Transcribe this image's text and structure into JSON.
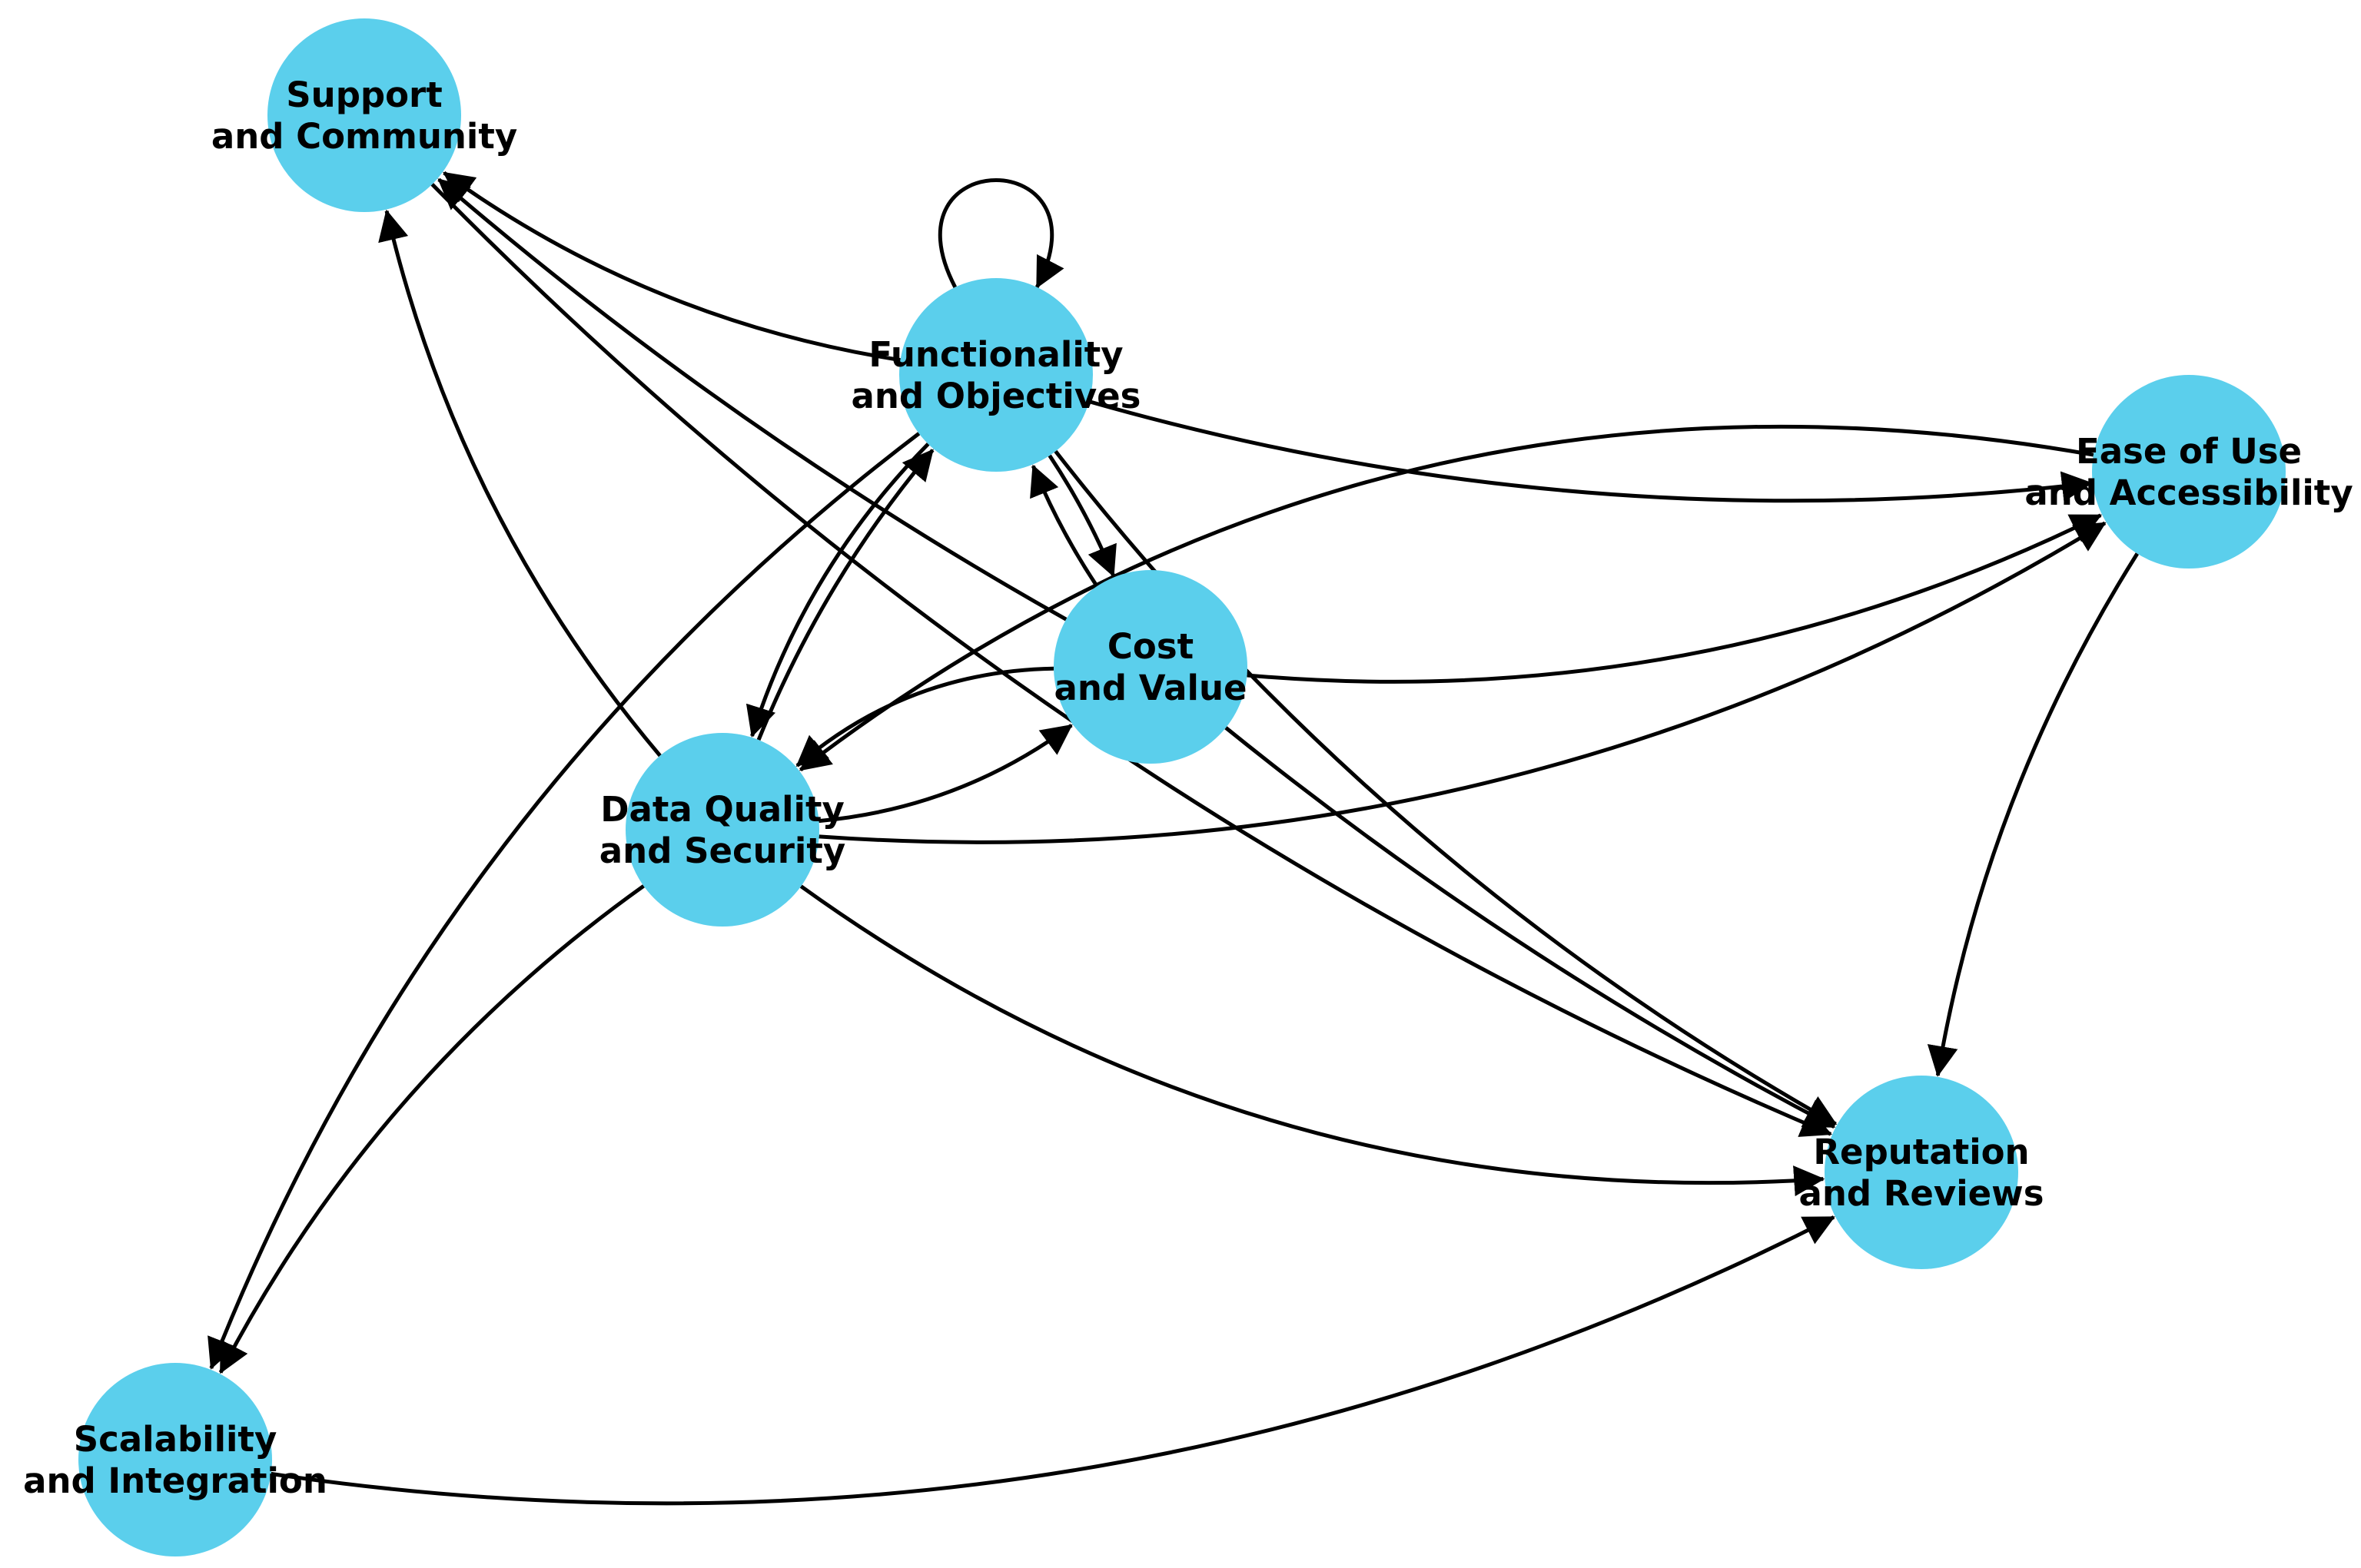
{
  "colors": {
    "node_fill": "#5bcfec",
    "edge_stroke": "#000000",
    "background": "#ffffff"
  },
  "diagram": {
    "type": "directed-graph",
    "nodes": [
      {
        "id": "support",
        "lines": [
          "Support",
          "and Community"
        ]
      },
      {
        "id": "functionality",
        "lines": [
          "Functionality",
          "and Objectives"
        ]
      },
      {
        "id": "ease",
        "lines": [
          "Ease of Use",
          "and Accessibility"
        ]
      },
      {
        "id": "cost",
        "lines": [
          "Cost",
          "and Value"
        ]
      },
      {
        "id": "dataq",
        "lines": [
          "Data Quality",
          "and Security"
        ]
      },
      {
        "id": "reputation",
        "lines": [
          "Reputation",
          "and Reviews"
        ]
      },
      {
        "id": "scalability",
        "lines": [
          "Scalability",
          "and Integration"
        ]
      }
    ],
    "edges": [
      {
        "from": "functionality",
        "to": "functionality"
      },
      {
        "from": "functionality",
        "to": "support"
      },
      {
        "from": "cost",
        "to": "support"
      },
      {
        "from": "dataq",
        "to": "support"
      },
      {
        "from": "support",
        "to": "reputation"
      },
      {
        "from": "functionality",
        "to": "cost"
      },
      {
        "from": "cost",
        "to": "functionality"
      },
      {
        "from": "functionality",
        "to": "dataq"
      },
      {
        "from": "dataq",
        "to": "functionality"
      },
      {
        "from": "functionality",
        "to": "scalability"
      },
      {
        "from": "functionality",
        "to": "ease"
      },
      {
        "from": "ease",
        "to": "dataq"
      },
      {
        "from": "ease",
        "to": "reputation"
      },
      {
        "from": "cost",
        "to": "ease"
      },
      {
        "from": "cost",
        "to": "dataq"
      },
      {
        "from": "dataq",
        "to": "cost"
      },
      {
        "from": "dataq",
        "to": "ease"
      },
      {
        "from": "cost",
        "to": "reputation"
      },
      {
        "from": "functionality",
        "to": "reputation"
      },
      {
        "from": "dataq",
        "to": "reputation"
      },
      {
        "from": "dataq",
        "to": "scalability"
      },
      {
        "from": "scalability",
        "to": "reputation"
      }
    ]
  }
}
